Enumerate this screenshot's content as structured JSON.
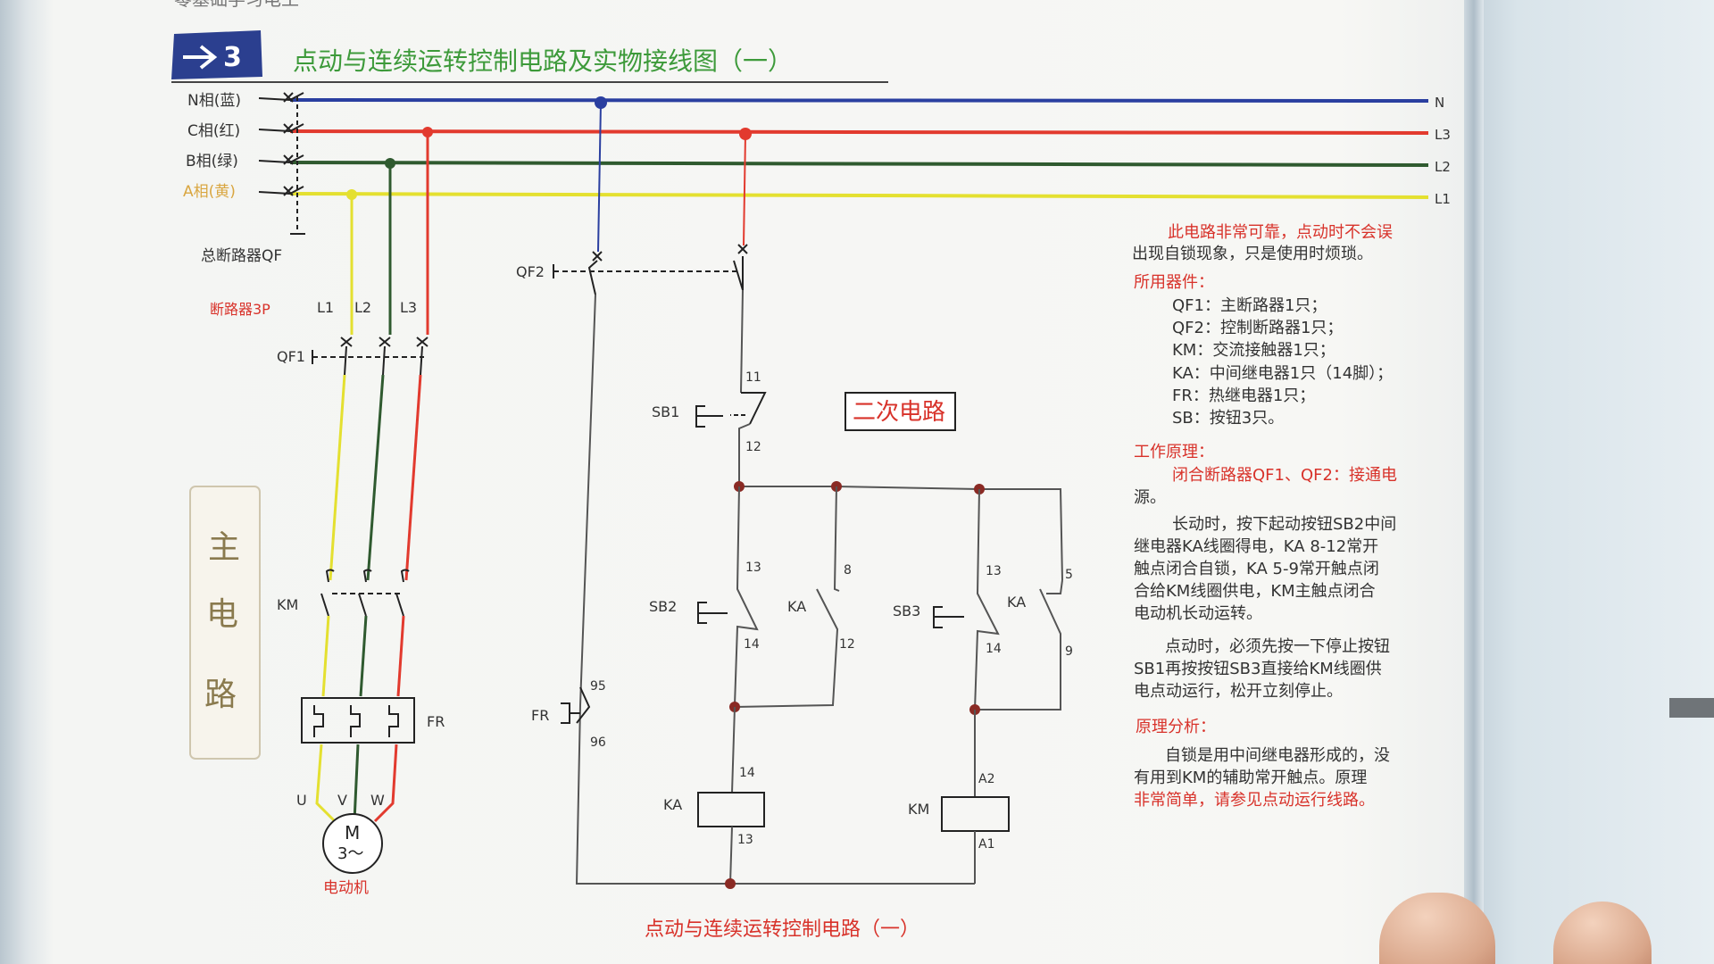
{
  "header": {
    "section_number": "3",
    "title": "点动与连续运转控制电路及实物接线图（一）",
    "top_partial_text": "零基础学习电工"
  },
  "power_lines": [
    {
      "label": "N相(蓝)",
      "terminal": "N",
      "color": "#2a3fa0"
    },
    {
      "label": "C相(红)",
      "terminal": "L3",
      "color": "#e23a2e"
    },
    {
      "label": "B相(绿)",
      "terminal": "L2",
      "color": "#2f5a2f"
    },
    {
      "label": "A相(黄)",
      "terminal": "L1",
      "color": "#e4e030"
    }
  ],
  "main_circuit": {
    "breaker_label": "总断路器QF",
    "breaker3p_label": "断路器3P",
    "phase_labels": [
      "L1",
      "L2",
      "L3"
    ],
    "qf1": "QF1",
    "km": "KM",
    "fr": "FR",
    "terminals": [
      "U",
      "V",
      "W"
    ],
    "motor_symbol": "M",
    "motor_phase": "3～",
    "motor_label": "电动机",
    "section_chars": [
      "主",
      "电",
      "路"
    ]
  },
  "secondary_circuit": {
    "box_label": "二次电路",
    "qf2": "QF2",
    "sb1": "SB1",
    "sb2": "SB2",
    "sb3": "SB3",
    "ka": "KA",
    "km": "KM",
    "fr": "FR",
    "nodes": {
      "n11": "11",
      "n12": "12",
      "n13a": "13",
      "n14a": "14",
      "n8": "8",
      "n12b": "12",
      "n13b": "13",
      "n14b": "14",
      "n5": "5",
      "n9": "9",
      "n95": "95",
      "n96": "96",
      "ka14": "14",
      "ka13": "13",
      "a2": "A2",
      "a1": "A1"
    },
    "caption": "点动与连续运转控制电路（一）"
  },
  "notes": {
    "intro": [
      "此电路非常可靠，点动时不会误",
      "出现自锁现象，只是使用时烦琐。"
    ],
    "parts_title": "所用器件：",
    "parts": [
      "QF1：主断路器1只；",
      "QF2：控制断路器1只；",
      "KM：交流接触器1只；",
      "KA：中间继电器1只（14脚）；",
      "FR：热继电器1只；",
      "SB：按钮3只。"
    ],
    "principle_title": "工作原理：",
    "principle_1": [
      "闭合断路器QF1、QF2：接通电",
      "源。"
    ],
    "principle_2": [
      "长动时，按下起动按钮SB2中间",
      "继电器KA线圈得电，KA 8-12常开",
      "触点闭合自锁，KA 5-9常开触点闭",
      "合给KM线圈供电，KM主触点闭合",
      "电动机长动运转。"
    ],
    "principle_3": [
      "点动时，必须先按一下停止按钮",
      "SB1再按按钮SB3直接给KM线圈供",
      "电点动运行，松开立刻停止。"
    ],
    "analysis_title": "原理分析：",
    "analysis": [
      "自锁是用中间继电器形成的，没",
      "有用到KM的辅助常开触点。原理",
      "非常简单，请参见点动运行线路。"
    ]
  },
  "colors": {
    "blue": "#2a3fa0",
    "red": "#e23a2e",
    "green": "#2f5a2f",
    "yellow": "#e4e030",
    "title_green": "#3d9a3a",
    "badge_blue": "#2b3f8f",
    "text_red": "#d8322a",
    "ink": "#333333"
  }
}
